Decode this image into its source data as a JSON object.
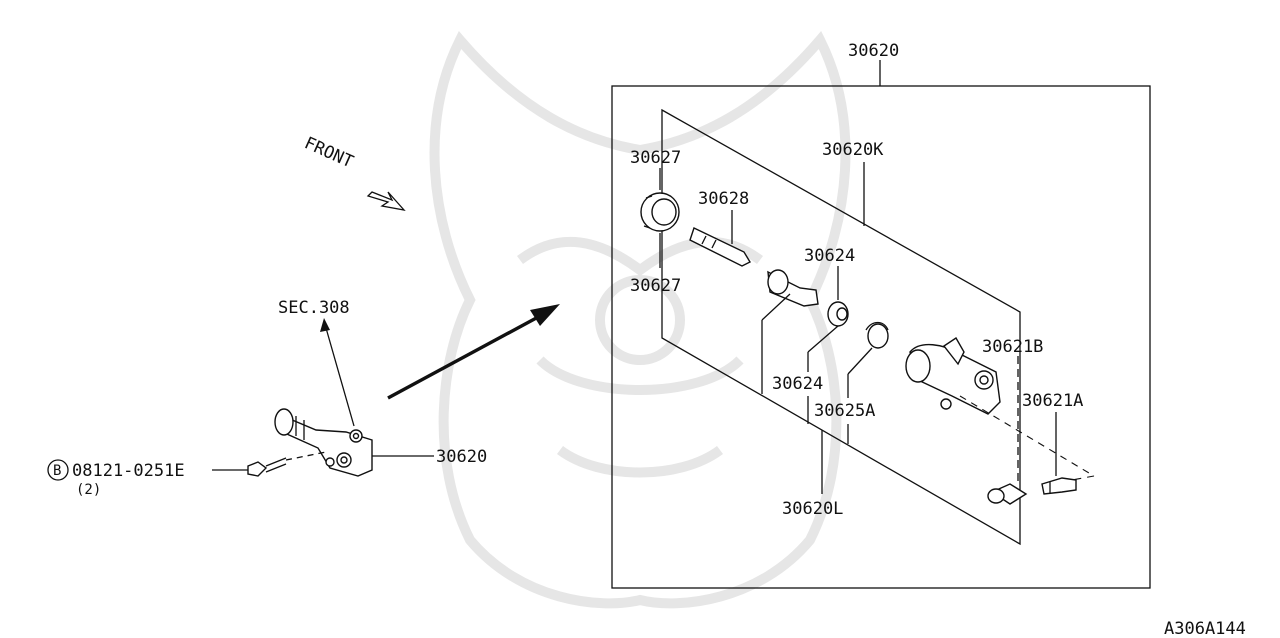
{
  "labels": {
    "assembly_top": "30620",
    "assembly_side": "30620",
    "p30627_top": "30627",
    "p30627_bottom": "30627",
    "p30628": "30628",
    "p30620K": "30620K",
    "p30624_top": "30624",
    "p30624_bottom": "30624",
    "p30625A": "30625A",
    "p30620L": "30620L",
    "p30621B": "30621B",
    "p30621A": "30621A",
    "sec": "SEC.308",
    "front": "FRONT",
    "bolt_code": "08121-0251E",
    "bolt_qty": "(2)",
    "bolt_badge": "B",
    "figure_id": "A306A144"
  },
  "colors": {
    "ink": "#111111",
    "watermark": "#e6e6e6"
  }
}
